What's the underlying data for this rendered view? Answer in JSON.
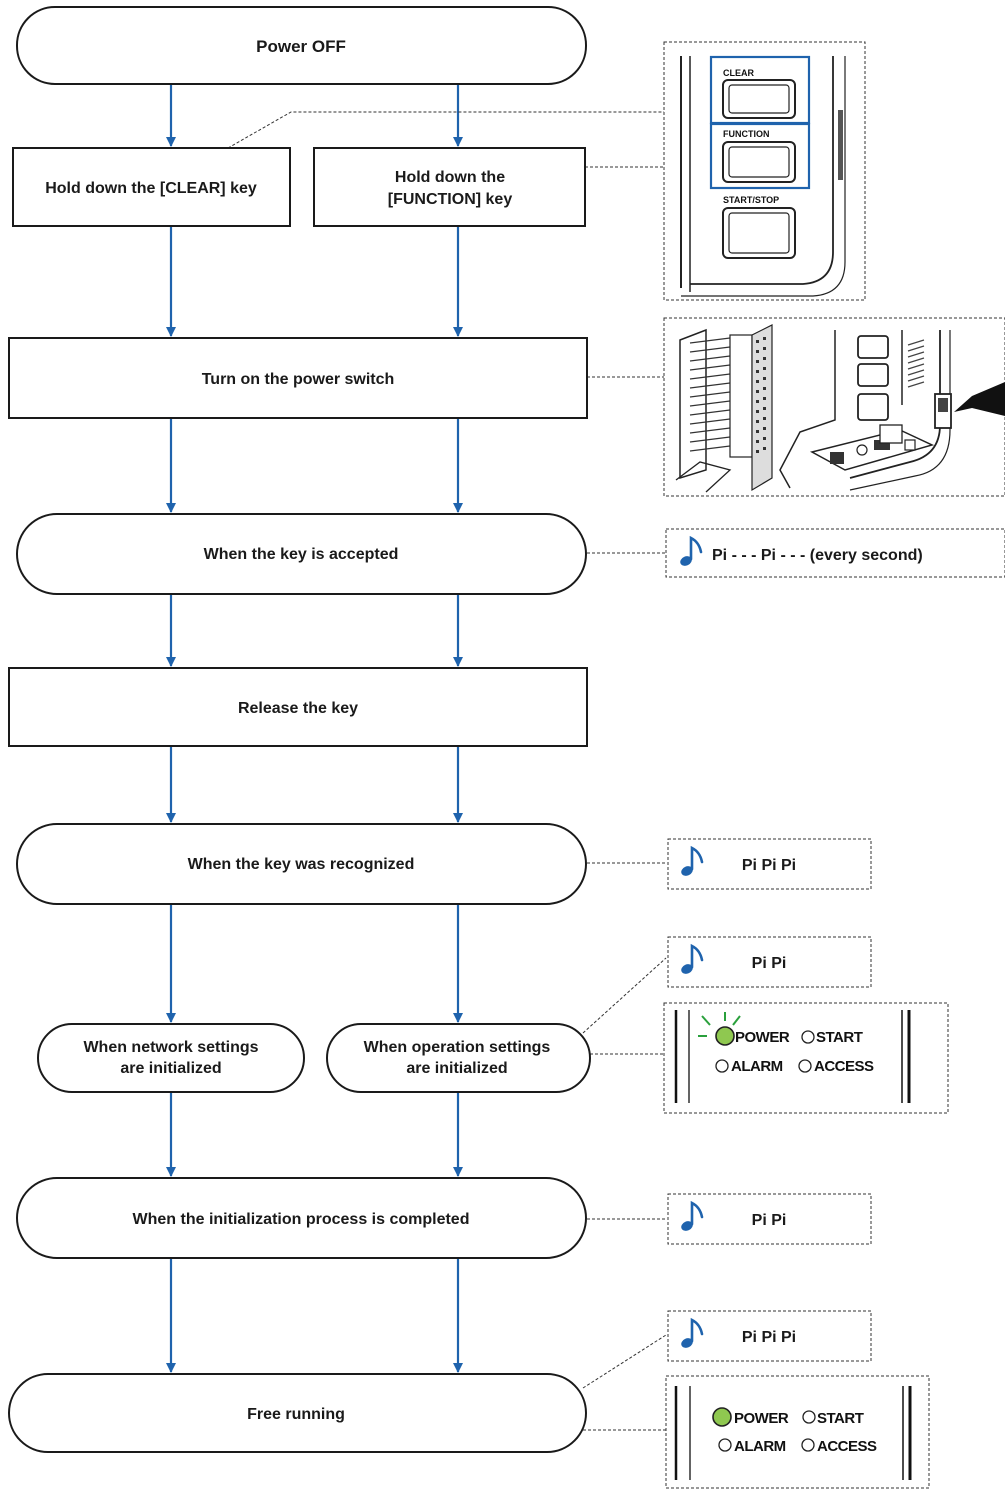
{
  "colors": {
    "flow_arrow": "#1f63ad",
    "key_highlight": "#1f63ad",
    "power_led": "#8fc850",
    "blink_marks": "#2aa03c",
    "note_icon": "#1f63ad"
  },
  "icons": {
    "sound": "music-note-icon"
  },
  "steps": {
    "power_off": "Power OFF",
    "hold_clear": "Hold down the [CLEAR] key",
    "hold_function_line1": "Hold down the",
    "hold_function_line2": "[FUNCTION] key",
    "turn_on": "Turn on the power switch",
    "key_accepted": "When the key is accepted",
    "release": "Release the key",
    "key_recognized": "When the key was recognized",
    "network_line1": "When network settings",
    "network_line2": "are initialized",
    "operation_line1": "When operation settings",
    "operation_line2": "are initialized",
    "init_completed": "When the initialization process is completed",
    "free_running": "Free running"
  },
  "sounds": {
    "accepted": "Pi - - - Pi - - - (every second)",
    "recognized": "Pi Pi Pi",
    "initialized": "Pi Pi",
    "completed": "Pi Pi",
    "free_running": "Pi Pi Pi"
  },
  "device_keys": {
    "clear": "CLEAR",
    "function": "FUNCTION",
    "start_stop": "START/STOP"
  },
  "led_panel": {
    "power": "POWER",
    "start": "START",
    "alarm": "ALARM",
    "access": "ACCESS"
  }
}
